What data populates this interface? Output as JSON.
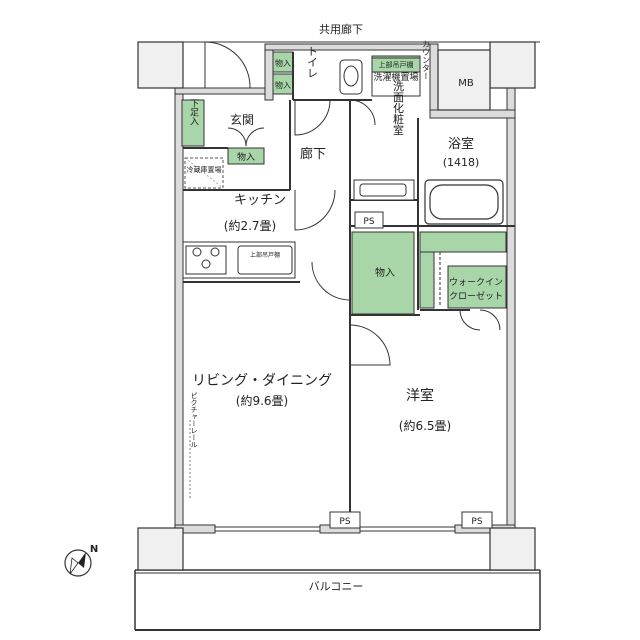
{
  "labels": {
    "corridor_common": "共用廊下",
    "balcony": "バルコニー",
    "entrance": "玄関",
    "shoe_closet": "下足入",
    "storage": "物入",
    "fridge": "冷蔵庫置場",
    "toilet": "トイレ",
    "upper_cabinet": "上部吊戸棚",
    "washer": "洗濯機置場",
    "counter": "カウンター",
    "mb": "MB",
    "hallway": "廊下",
    "washroom": "洗面化粧室",
    "bathroom": "浴室",
    "bath_size": "(1418)",
    "kitchen": "キッチン",
    "kitchen_size": "(約2.7畳)",
    "ps": "PS",
    "walkin": "ウォークイン",
    "walkin2": "クローゼット",
    "living": "リビング・ダイニング",
    "living_size": "(約9.6畳)",
    "western": "洋室",
    "western_size": "(約6.5畳)",
    "picture_rail": "ピクチャーレール",
    "north": "N"
  },
  "colors": {
    "storage_fill": "#a9d6a9",
    "wall": "#555555",
    "wall_fill": "#dcdcdc",
    "column": "#eeeeee"
  }
}
